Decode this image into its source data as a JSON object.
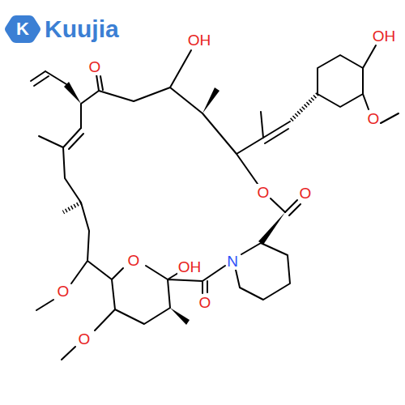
{
  "diagram": {
    "labels": [
      "K",
      "Kuujia",
      "OH",
      "OH",
      "O",
      "O",
      "O",
      "O",
      "N",
      "O",
      "OH",
      "O",
      "O",
      "O"
    ]
  }
}
